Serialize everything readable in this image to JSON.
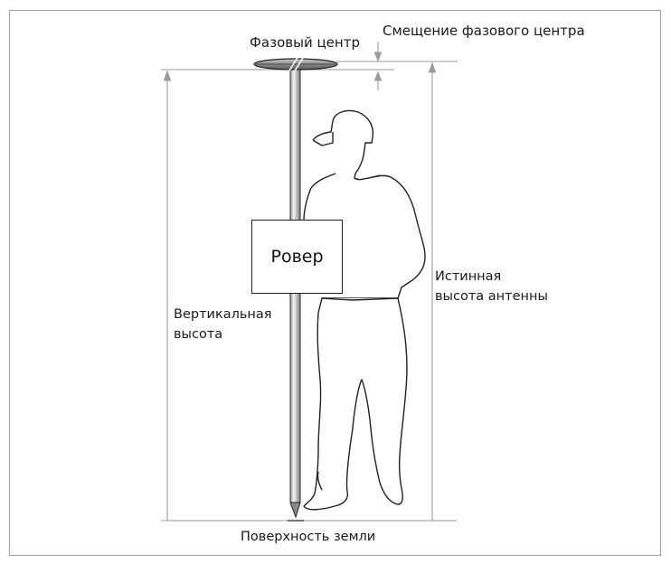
{
  "labels": {
    "phase_center": "Фазовый центр",
    "phase_center_offset": "Смещение фазового центра",
    "rover": "Ровер",
    "vertical_height": [
      "Вертикальная",
      "высота"
    ],
    "true_antenna_height": [
      "Истинная",
      "высота антенны"
    ],
    "ground_surface": "Поверхность земли"
  },
  "colors": {
    "line": "#222222",
    "guide": "#9a9a9a",
    "frame": "#a0a0a0"
  }
}
